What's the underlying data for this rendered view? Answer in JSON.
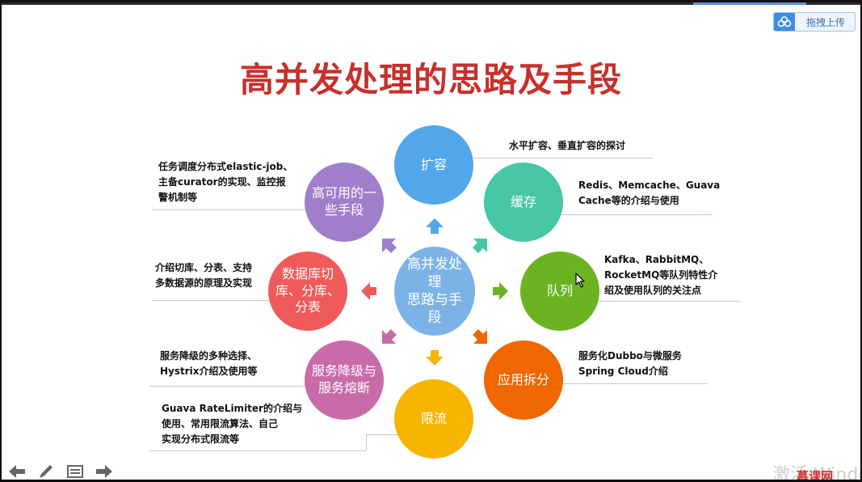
{
  "upload": {
    "label": "拖拽上传"
  },
  "title": "高并发处理的思路及手段",
  "center": {
    "line1": "高并发处理",
    "line2": "思路与手段",
    "color": "#7cb3e6"
  },
  "nodes": [
    {
      "id": "scale",
      "lines": [
        "扩容"
      ],
      "color": "#52a6ea"
    },
    {
      "id": "cache",
      "lines": [
        "缓存"
      ],
      "color": "#47c6a8"
    },
    {
      "id": "queue",
      "lines": [
        "队列"
      ],
      "color": "#6cb321"
    },
    {
      "id": "split",
      "lines": [
        "应用拆分"
      ],
      "color": "#f06600"
    },
    {
      "id": "limit",
      "lines": [
        "限流"
      ],
      "color": "#f7b500"
    },
    {
      "id": "degrade",
      "lines": [
        "服务降级与",
        "服务熔断"
      ],
      "color": "#c96ba8"
    },
    {
      "id": "db",
      "lines": [
        "数据库切",
        "库、分库、",
        "分表"
      ],
      "color": "#ef5b5b"
    },
    {
      "id": "ha",
      "lines": [
        "高可用的一",
        "些手段"
      ],
      "color": "#9f7ecb"
    }
  ],
  "descriptions": [
    {
      "id": "scale",
      "lines": [
        "水平扩容、垂直扩容的探讨"
      ]
    },
    {
      "id": "cache",
      "lines": [
        "Redis、Memcache、Guava",
        "Cache等的介绍与使用"
      ]
    },
    {
      "id": "queue",
      "lines": [
        "Kafka、RabbitMQ、",
        "RocketMQ等队列特性介",
        "绍及使用队列的关注点"
      ]
    },
    {
      "id": "split",
      "lines": [
        "服务化Dubbo与微服务",
        "Spring Cloud介绍"
      ]
    },
    {
      "id": "limit",
      "lines": [
        "Guava RateLimiter的介绍与",
        "使用、常用限流算法、自己",
        "实现分布式限流等"
      ]
    },
    {
      "id": "degrade",
      "lines": [
        "服务降级的多种选择、",
        "Hystrix介绍及使用等"
      ]
    },
    {
      "id": "db",
      "lines": [
        "介绍切库、分表、支持",
        "多数据源的原理及实现"
      ]
    },
    {
      "id": "ha",
      "lines": [
        "任务调度分布式elastic-job、",
        "主备curator的实现、监控报",
        "警机制等"
      ]
    }
  ],
  "footer": {
    "watermark": "激活 Windows",
    "logo": "慕课网"
  }
}
